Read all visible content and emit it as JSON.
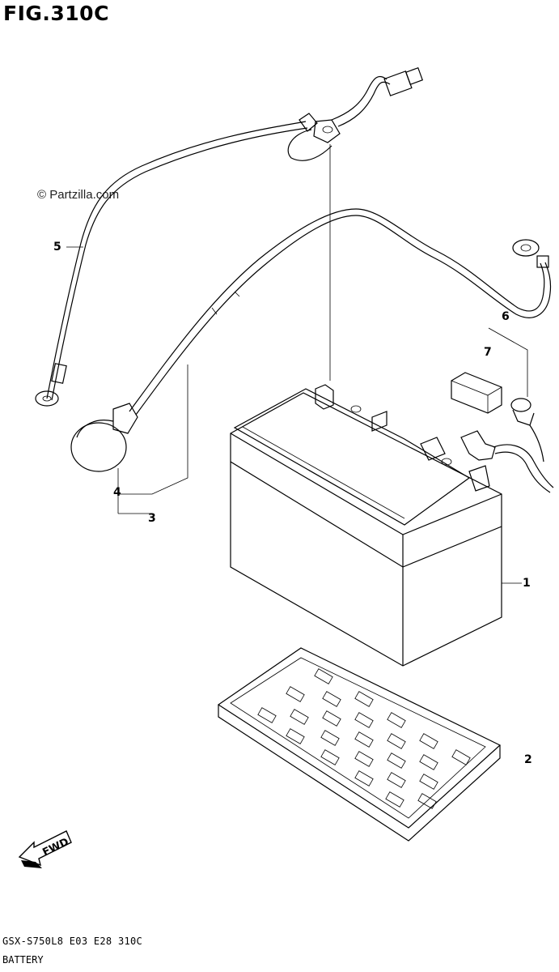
{
  "figure": {
    "title": "FIG.310C",
    "watermark": "© Partzilla.com",
    "footer_code": "GSX-S750L8  E03  E28  310C",
    "footer_name": "BATTERY",
    "fwd_label": "FWD"
  },
  "callouts": [
    {
      "id": "1",
      "label": "1"
    },
    {
      "id": "2",
      "label": "2"
    },
    {
      "id": "3",
      "label": "3"
    },
    {
      "id": "4",
      "label": "4"
    },
    {
      "id": "5",
      "label": "5"
    },
    {
      "id": "6",
      "label": "6"
    },
    {
      "id": "7",
      "label": "7"
    }
  ]
}
